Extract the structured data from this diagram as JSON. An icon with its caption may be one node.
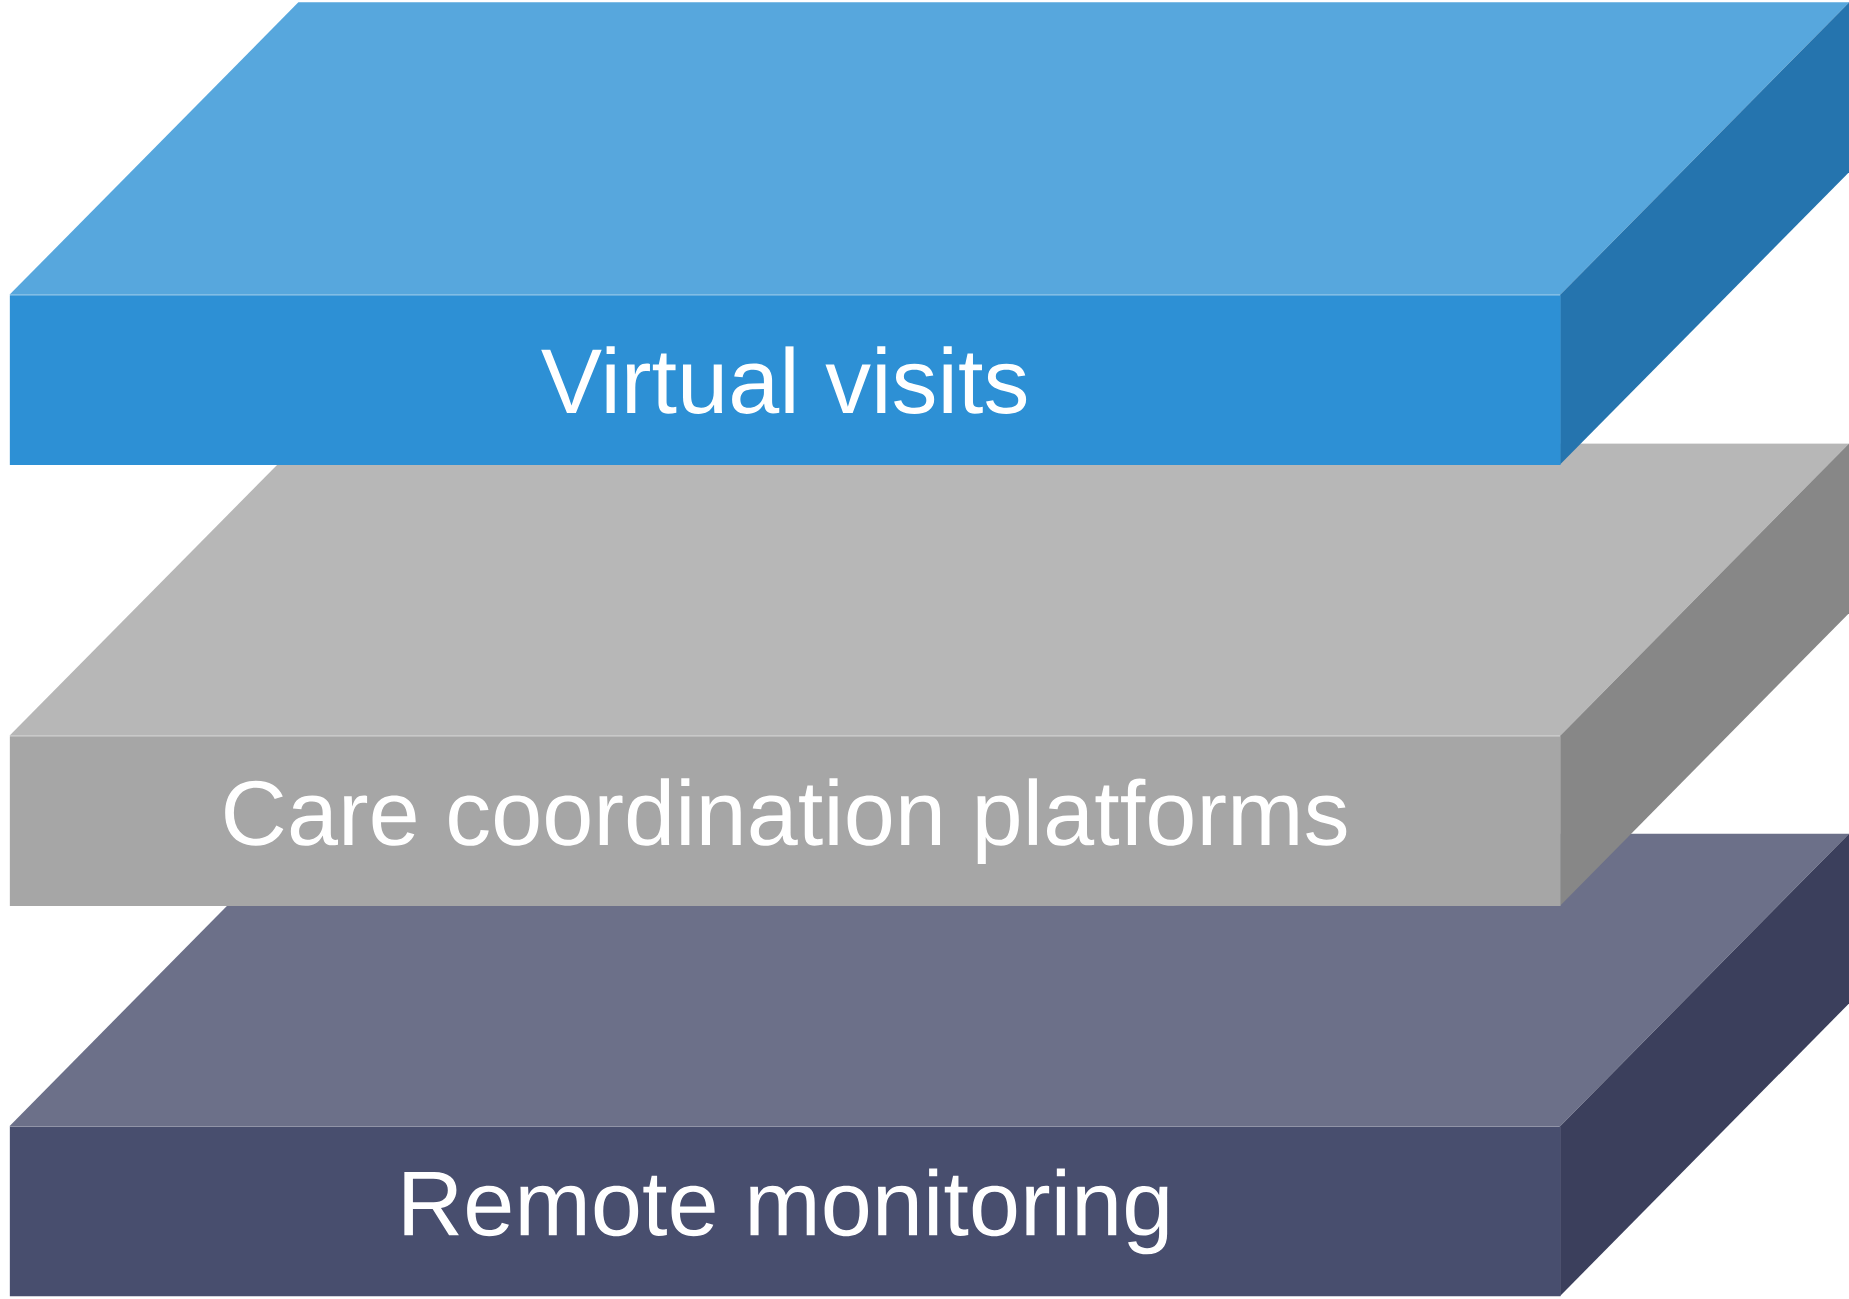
{
  "diagram": {
    "nodes": [
      {
        "text": [
          "Virtual visits"
        ]
      },
      {
        "text": [
          "Care coordination platforms"
        ]
      },
      {
        "text": [
          "Remote monitoring"
        ]
      }
    ]
  }
}
